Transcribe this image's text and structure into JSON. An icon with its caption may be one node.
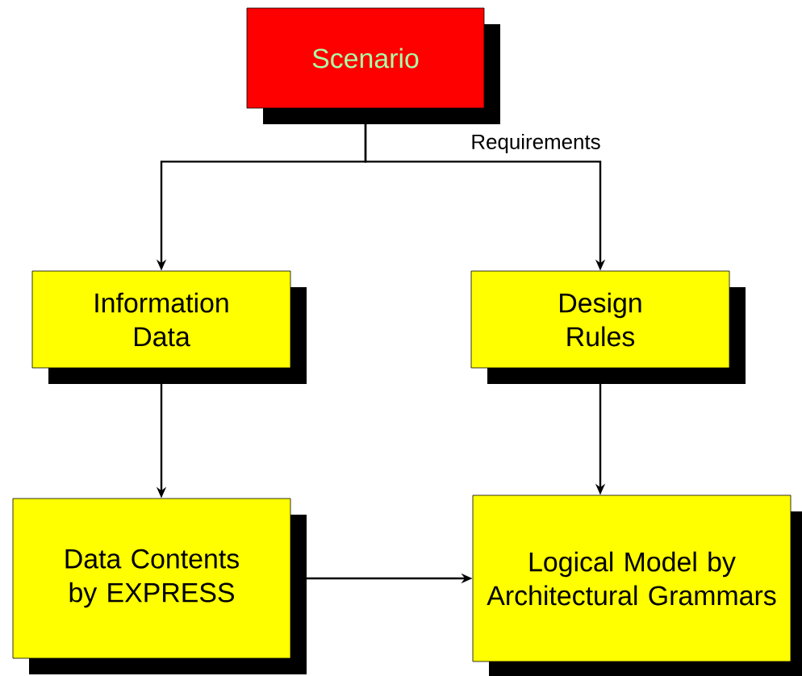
{
  "diagram": {
    "nodes": [
      {
        "text": [
          "Scenario"
        ]
      },
      {
        "text": [
          "Information Data"
        ]
      },
      {
        "text": [
          "Design Rules"
        ]
      },
      {
        "text": [
          "Data Contents by EXPRESS"
        ]
      },
      {
        "text": [
          "Logical Model by Architectural Grammars"
        ]
      }
    ],
    "edges": [
      {
        "from": 0,
        "to": 1,
        "arrow": "to"
      },
      {
        "from": 0,
        "to": 2,
        "arrow": "to",
        "label": "Requirements"
      },
      {
        "from": 1,
        "to": 3,
        "arrow": "to"
      },
      {
        "from": 2,
        "to": 4,
        "arrow": "to"
      },
      {
        "from": 3,
        "to": 4,
        "arrow": "to"
      }
    ]
  }
}
